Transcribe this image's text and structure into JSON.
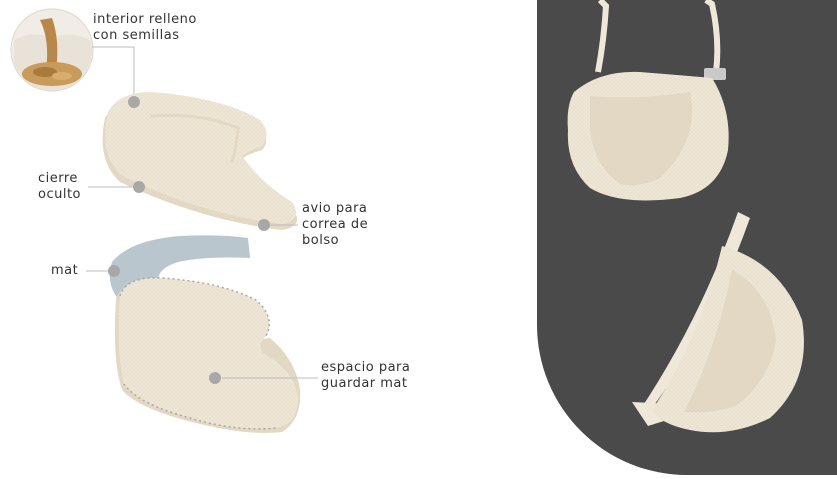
{
  "labels": {
    "interior": [
      "interior relleno",
      "con semillas"
    ],
    "cierre": [
      "cierre",
      "oculto"
    ],
    "avio": [
      "avio para",
      "correa de",
      "bolso"
    ],
    "mat": [
      "mat"
    ],
    "espacio": [
      "espacio para",
      "guardar mat"
    ]
  },
  "colors": {
    "cream": "#efe7d8",
    "cream_shadow": "#e2d8c4",
    "mat_blue": "#b9c6cd",
    "mat_blue_dark": "#8fa3ad",
    "dot": "#a8a8a8",
    "leader": "#bdbdbd",
    "panel": "#4a4a4a",
    "seed": "#c99b5a"
  },
  "icons": {
    "interior_detail": "seed-filling-photo",
    "bag_top": "cushion-bag-hanging",
    "bag_bottom": "cushion-bag-side-view"
  }
}
